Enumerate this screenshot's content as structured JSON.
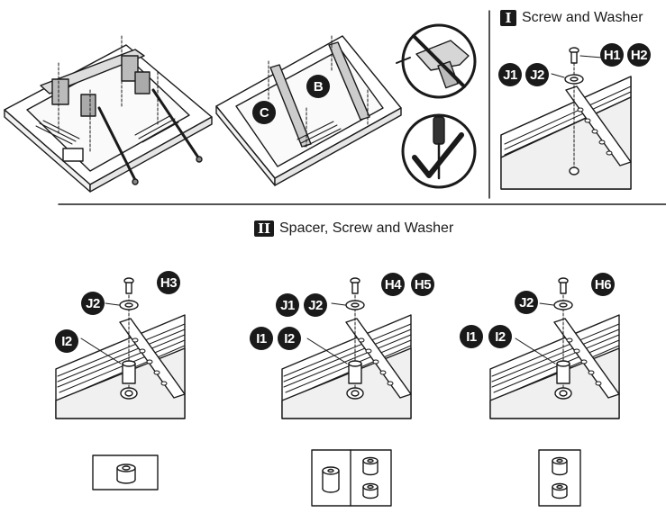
{
  "step_screw_washer": {
    "numeral": "I",
    "title": "Screw and Washer"
  },
  "step_spacer": {
    "numeral": "II",
    "title": "Spacer, Screw and Washer"
  },
  "callouts": {
    "b": "B",
    "c": "C",
    "h1": "H1",
    "h2": "H2",
    "j1_top": "J1",
    "j2_top": "J2",
    "h3": "H3",
    "j2_a": "J2",
    "i2_a": "I2",
    "h4": "H4",
    "h5": "H5",
    "j1_b": "J1",
    "j2_b": "J2",
    "i1_b": "I1",
    "i2_b": "I2",
    "h6": "H6",
    "j2_c": "J2",
    "i1_c": "I1",
    "i2_c": "I2"
  },
  "icons": {
    "no_drill": "no-power-drill-icon",
    "use_screwdriver": "screwdriver-check-icon"
  }
}
